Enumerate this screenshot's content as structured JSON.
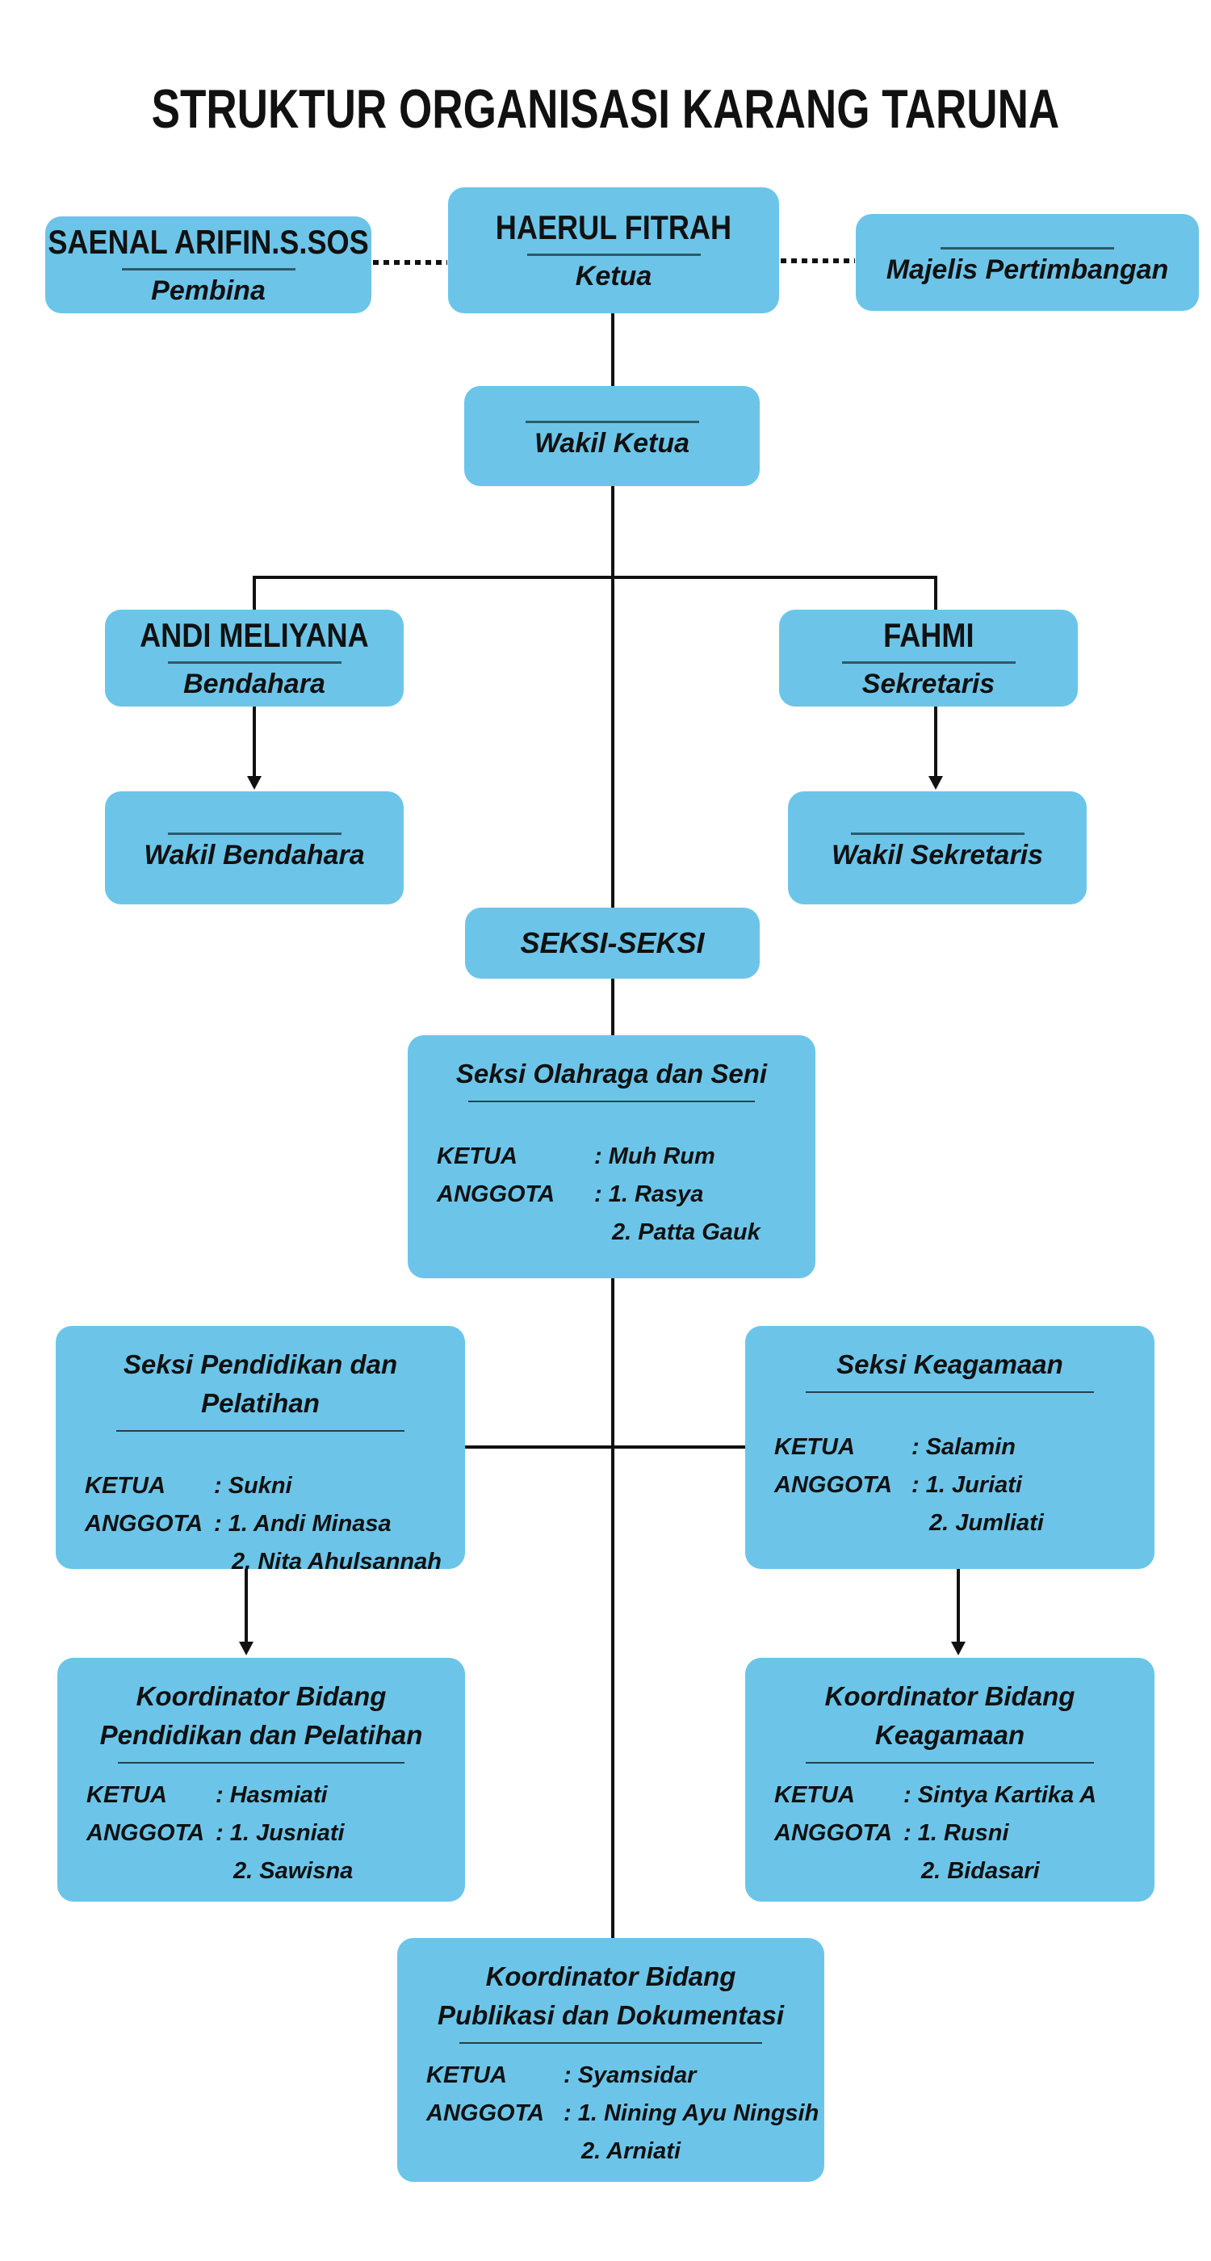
{
  "title": "STRUKTUR ORGANISASI KARANG TARUNA",
  "colors": {
    "box_fill": "#6cc5e9",
    "connector": "#111111",
    "underline_dark": "#2e5a68",
    "underline_dark2": "#22414d",
    "text": "#111111"
  },
  "org": {
    "pembina": {
      "name": "SAENAL ARIFIN.S.SOS",
      "role": "Pembina"
    },
    "ketua": {
      "name": "HAERUL FITRAH",
      "role": "Ketua"
    },
    "majelis_pertimbangan": {
      "role": "Majelis Pertimbangan"
    },
    "wakil_ketua": {
      "role": "Wakil Ketua"
    },
    "bendahara": {
      "name": "ANDI MELIYANA",
      "role": "Bendahara"
    },
    "sekretaris": {
      "name": "FAHMI",
      "role": "Sekretaris"
    },
    "wakil_bendahara": {
      "role": "Wakil Bendahara"
    },
    "wakil_sekretaris": {
      "role": "Wakil Sekretaris"
    },
    "seksi_header": {
      "label": "SEKSI-SEKSI"
    }
  },
  "seksi": {
    "olahraga": {
      "title_lines": [
        "Seksi Olahraga dan Seni"
      ],
      "rows": [
        {
          "label": "KETUA",
          "value": ": Muh Rum"
        },
        {
          "label": "ANGGOTA",
          "value": ": 1. Rasya"
        },
        {
          "label": "",
          "value": "2. Patta Gauk"
        }
      ]
    },
    "pendidikan": {
      "title_lines": [
        "Seksi Pendidikan dan Pelatihan"
      ],
      "rows": [
        {
          "label": "KETUA",
          "value": ": Sukni"
        },
        {
          "label": "ANGGOTA",
          "value": ": 1. Andi Minasa"
        },
        {
          "label": "",
          "value": "2. Nita Ahulsannah"
        }
      ]
    },
    "keagamaan": {
      "title_lines": [
        "Seksi Keagamaan"
      ],
      "rows": [
        {
          "label": "KETUA",
          "value": ": Salamin"
        },
        {
          "label": "ANGGOTA",
          "value": ": 1. Juriati"
        },
        {
          "label": "",
          "value": "2. Jumliati"
        }
      ]
    },
    "koor_pendidikan": {
      "title_lines": [
        "Koordinator Bidang",
        "Pendidikan dan Pelatihan"
      ],
      "rows": [
        {
          "label": "KETUA",
          "value": ": Hasmiati"
        },
        {
          "label": "ANGGOTA",
          "value": ": 1. Jusniati"
        },
        {
          "label": "",
          "value": "2. Sawisna"
        }
      ]
    },
    "koor_keagamaan": {
      "title_lines": [
        "Koordinator Bidang",
        "Keagamaan"
      ],
      "rows": [
        {
          "label": "KETUA",
          "value": ": Sintya Kartika A"
        },
        {
          "label": "ANGGOTA",
          "value": ": 1. Rusni"
        },
        {
          "label": "",
          "value": "2. Bidasari"
        }
      ]
    },
    "koor_publikasi": {
      "title_lines": [
        "Koordinator Bidang",
        "Publikasi dan Dokumentasi"
      ],
      "rows": [
        {
          "label": "KETUA",
          "value": ": Syamsidar"
        },
        {
          "label": "ANGGOTA",
          "value": ": 1. Nining Ayu Ningsih"
        },
        {
          "label": "",
          "value": "2. Arniati"
        }
      ]
    }
  }
}
